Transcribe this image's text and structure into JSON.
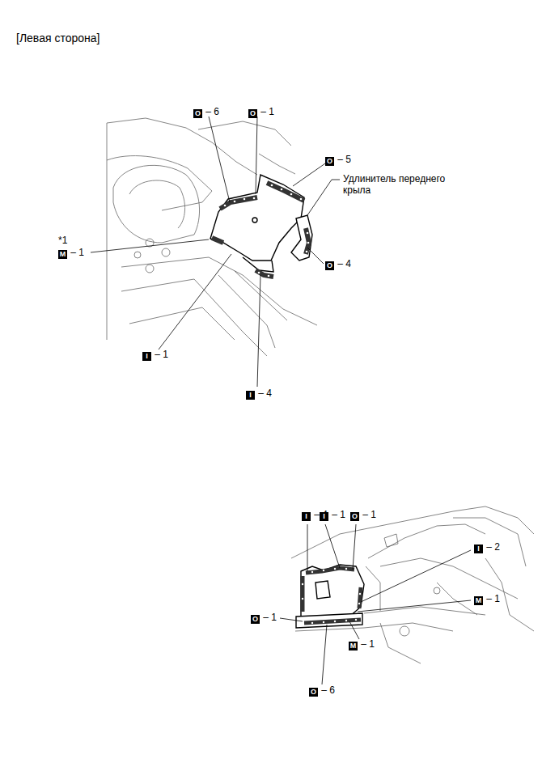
{
  "diagram": {
    "title": "[Левая сторона]",
    "labels": [
      "O – 6",
      "O – 1",
      "O – 5",
      "Удлинитель переднего крыла",
      "*1",
      "M – 1",
      "O – 4",
      "I – 1",
      "I – 4",
      "I – 4",
      "I – 1",
      "O – 1",
      "I – 2",
      "M – 1",
      "O – 1",
      "M – 1",
      "O – 6"
    ]
  }
}
